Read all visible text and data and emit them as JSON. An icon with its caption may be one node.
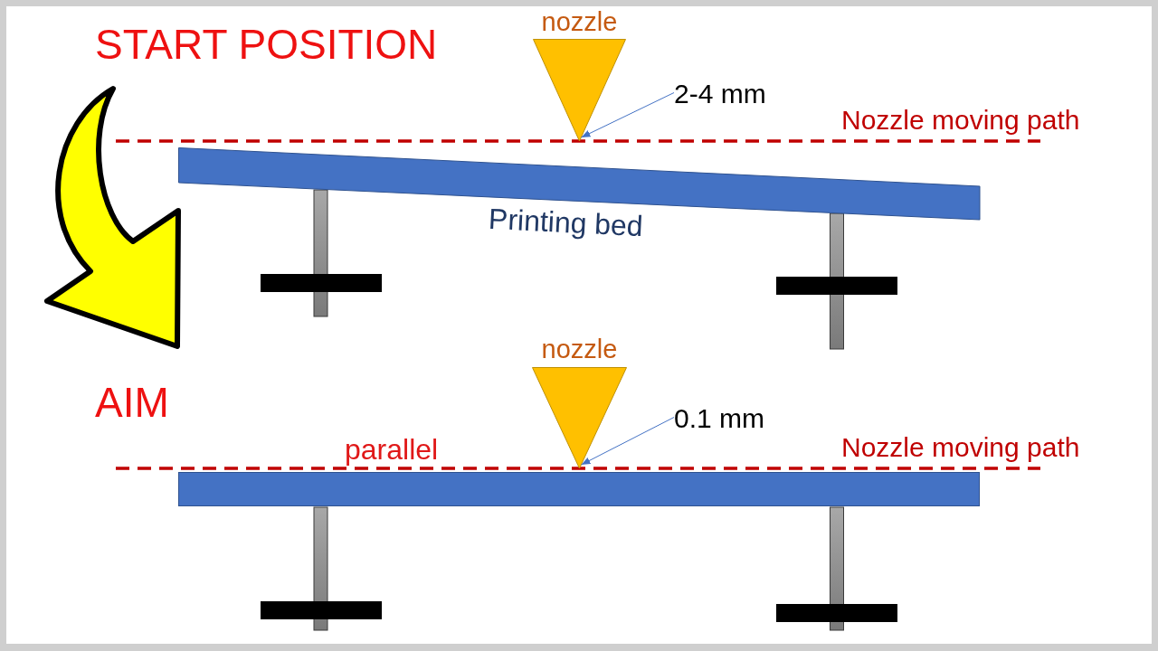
{
  "diagram": {
    "nodes": [
      {
        "text": [
          "nozzle"
        ]
      },
      {
        "text": [
          "2-4 mm"
        ]
      },
      {
        "text": [
          "Printing bed"
        ]
      },
      {
        "text": [
          "nozzle"
        ]
      },
      {
        "text": [
          "0.1 mm"
        ]
      },
      {
        "text": [],
        "shape": "bar"
      }
    ],
    "edges": [
      {
        "from": 1,
        "to": 0,
        "arrow": "to"
      },
      {
        "from": 4,
        "to": 3,
        "arrow": "to"
      }
    ],
    "labels": [
      "START POSITION",
      "Nozzle moving path",
      "AIM",
      "parallel",
      "Nozzle moving path"
    ]
  }
}
